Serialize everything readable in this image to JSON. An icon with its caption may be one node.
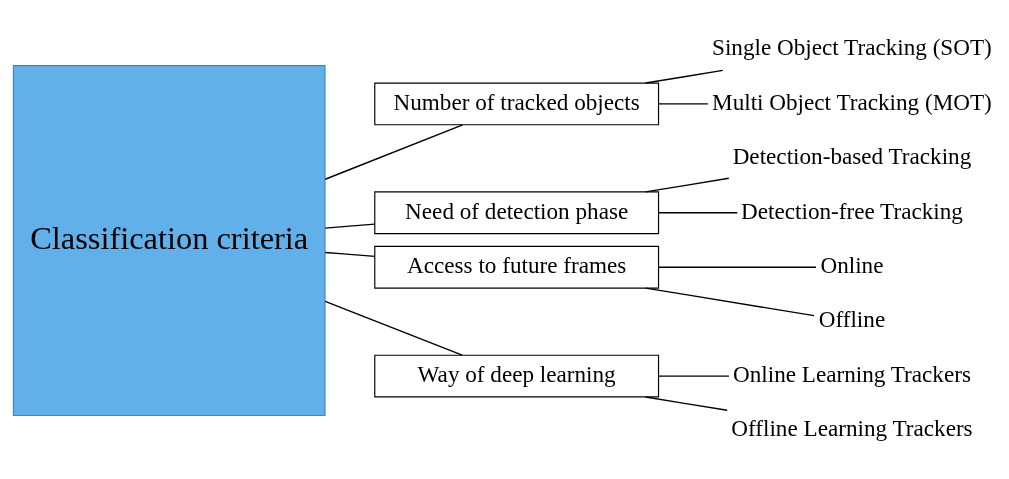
{
  "diagram": {
    "nodes": [
      {
        "text": [
          "Classification criteria"
        ]
      },
      {
        "text": [
          "Number of tracked objects"
        ]
      },
      {
        "text": [
          "Single Object Tracking (SOT)"
        ]
      },
      {
        "text": [
          "Multi Object Tracking (MOT)"
        ]
      },
      {
        "text": [
          "Need of detection phase"
        ]
      },
      {
        "text": [
          "Detection-based Tracking"
        ]
      },
      {
        "text": [
          "Detection-free Tracking"
        ]
      },
      {
        "text": [
          "Access to future frames"
        ]
      },
      {
        "text": [
          "Online"
        ]
      },
      {
        "text": [
          "Offline"
        ]
      },
      {
        "text": [
          "Way of deep learning"
        ]
      },
      {
        "text": [
          "Online Learning Trackers"
        ]
      },
      {
        "text": [
          "Offline Learning Trackers"
        ]
      }
    ],
    "edges": [
      {
        "from": 0,
        "to": 1,
        "arrow": "none"
      },
      {
        "from": 0,
        "to": 4,
        "arrow": "none"
      },
      {
        "from": 0,
        "to": 7,
        "arrow": "none"
      },
      {
        "from": 0,
        "to": 10,
        "arrow": "none"
      },
      {
        "from": 1,
        "to": 2,
        "arrow": "none"
      },
      {
        "from": 1,
        "to": 3,
        "arrow": "none"
      },
      {
        "from": 4,
        "to": 5,
        "arrow": "none"
      },
      {
        "from": 4,
        "to": 6,
        "arrow": "none"
      },
      {
        "from": 7,
        "to": 8,
        "arrow": "none"
      },
      {
        "from": 7,
        "to": 9,
        "arrow": "none"
      },
      {
        "from": 10,
        "to": 11,
        "arrow": "none"
      },
      {
        "from": 10,
        "to": 12,
        "arrow": "none"
      }
    ]
  }
}
